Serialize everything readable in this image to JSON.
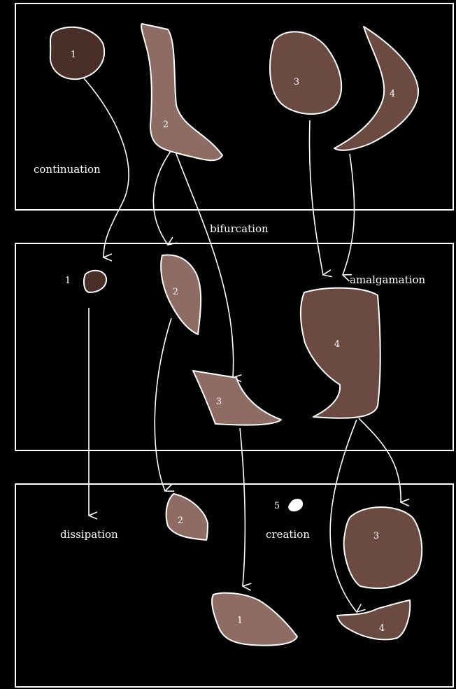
{
  "labels": {
    "continuation": "continuation",
    "bifurcation": "bifurcation",
    "amalgamation": "amalgamation",
    "dissipation": "dissipation",
    "creation": "creation"
  },
  "panel_1": {
    "blobs": [
      "1",
      "2",
      "3",
      "4"
    ]
  },
  "panel_2": {
    "blobs": [
      "1",
      "2",
      "3",
      "4"
    ]
  },
  "panel_3": {
    "blobs": [
      "2",
      "5",
      "3",
      "1",
      "4"
    ]
  },
  "colors": {
    "background": "#000000",
    "outline": "#ffffff",
    "blob_dark": "#4a2e28",
    "blob_mid": "#6b4a42",
    "blob_light": "#8e6c64"
  }
}
